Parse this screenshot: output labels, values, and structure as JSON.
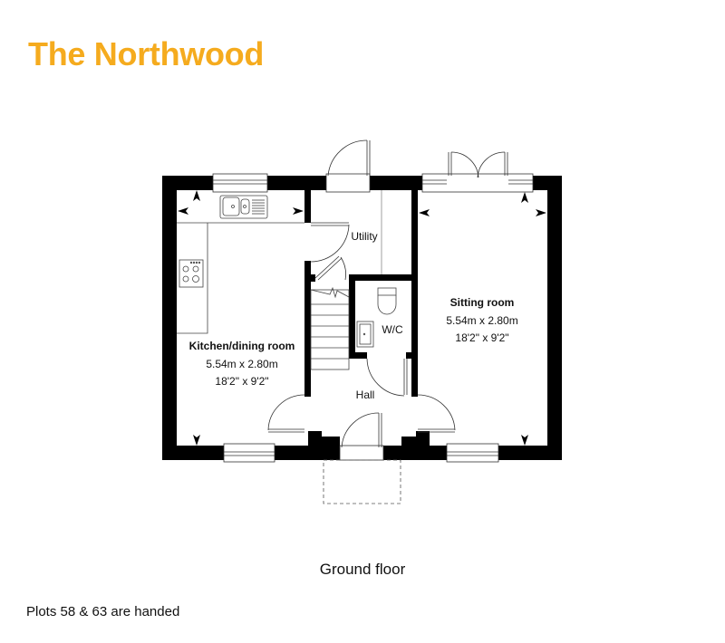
{
  "header": {
    "title": "The Northwood"
  },
  "plan": {
    "floor_label": "Ground floor",
    "rooms": [
      {
        "name": "Kitchen/dining room",
        "metric": "5.54m x 2.80m",
        "imperial": "18'2\" x 9'2\""
      },
      {
        "name": "Utility"
      },
      {
        "name": "W/C"
      },
      {
        "name": "Hall"
      },
      {
        "name": "Sitting room",
        "metric": "5.54m x 2.80m",
        "imperial": "18'2\" x 9'2\""
      }
    ],
    "colors": {
      "wall": "#000000",
      "fixture_line": "#333333",
      "title_accent": "#f5ab1e"
    }
  },
  "footer": {
    "note": "Plots 58 & 63 are handed"
  }
}
